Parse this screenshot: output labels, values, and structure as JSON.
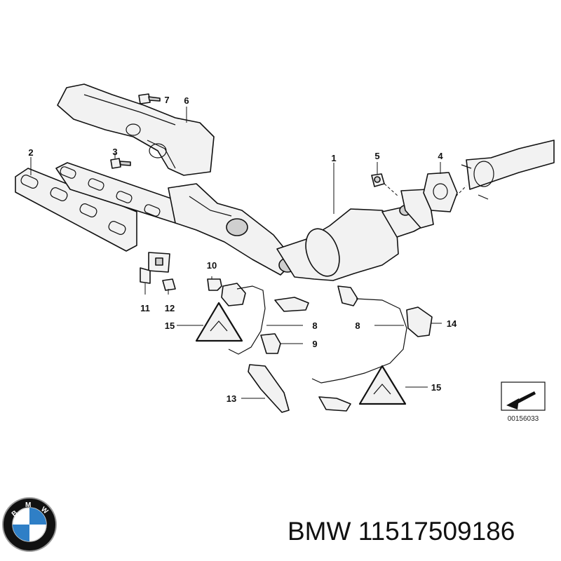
{
  "diagram": {
    "callouts": [
      "1",
      "2",
      "3",
      "4",
      "5",
      "6",
      "7",
      "8",
      "8",
      "9",
      "10",
      "11",
      "12",
      "13",
      "14",
      "15",
      "15"
    ],
    "reference_number": "00156033"
  },
  "logo": {
    "letters": "BMW",
    "colors": {
      "blue": "#2f7fc6",
      "black": "#111111",
      "white": "#ffffff"
    }
  },
  "caption": {
    "brand": "BMW",
    "part_number": "11517509186"
  }
}
